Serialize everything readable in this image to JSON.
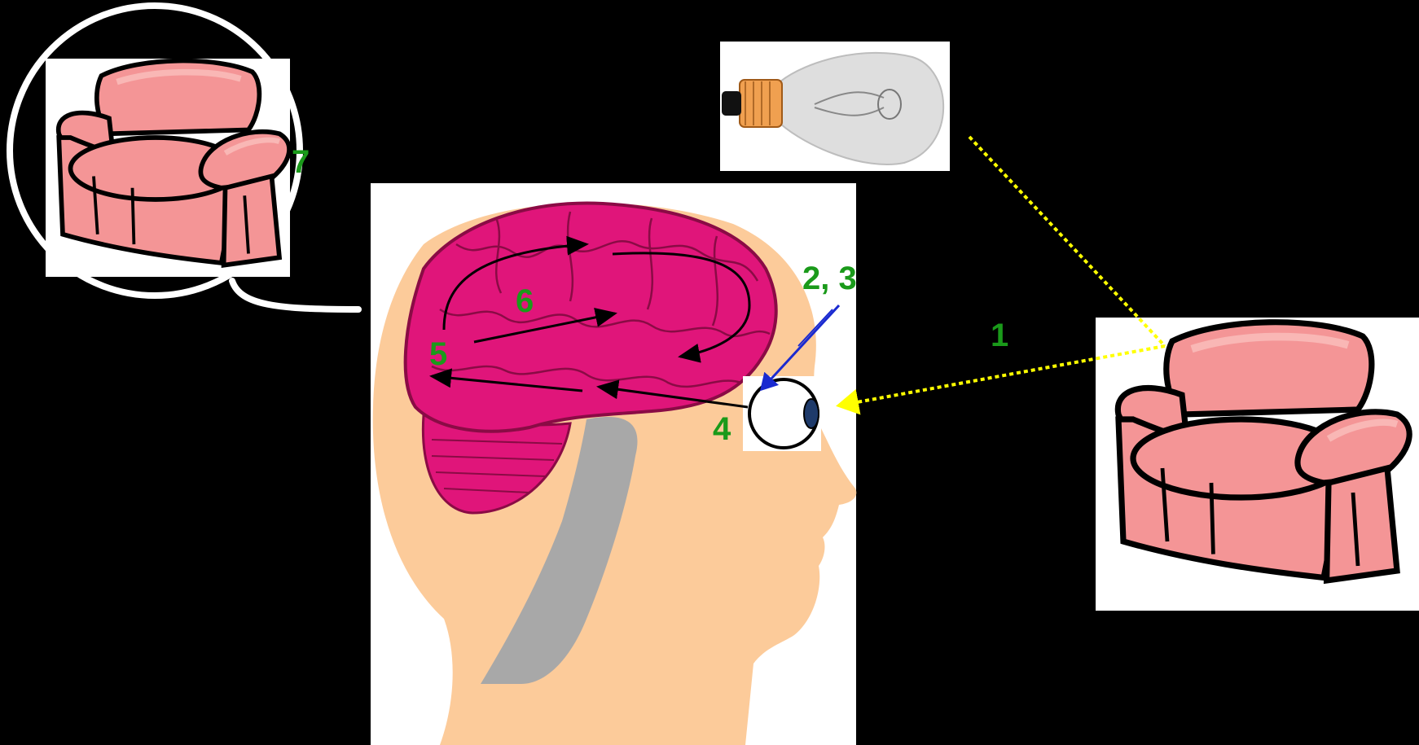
{
  "labels": {
    "step1": "1",
    "step23": "2, 3",
    "step4": "4",
    "step5": "5",
    "step6": "6",
    "step7": "7"
  },
  "colors": {
    "background": "#000000",
    "label": "#1a9a1a",
    "skin": "#fccb9a",
    "brain": "#e0157a",
    "brain_dark": "#8a0b45",
    "spine": "#a8a8a8",
    "chair": "#f49596",
    "chair_highlight": "#f9b7b5",
    "chair_outline": "#000000",
    "light_ray": "#ffff00",
    "incoming_ray": "#1a2ad0",
    "bulb_glass": "#dedede",
    "bulb_base": "#f0a050"
  }
}
